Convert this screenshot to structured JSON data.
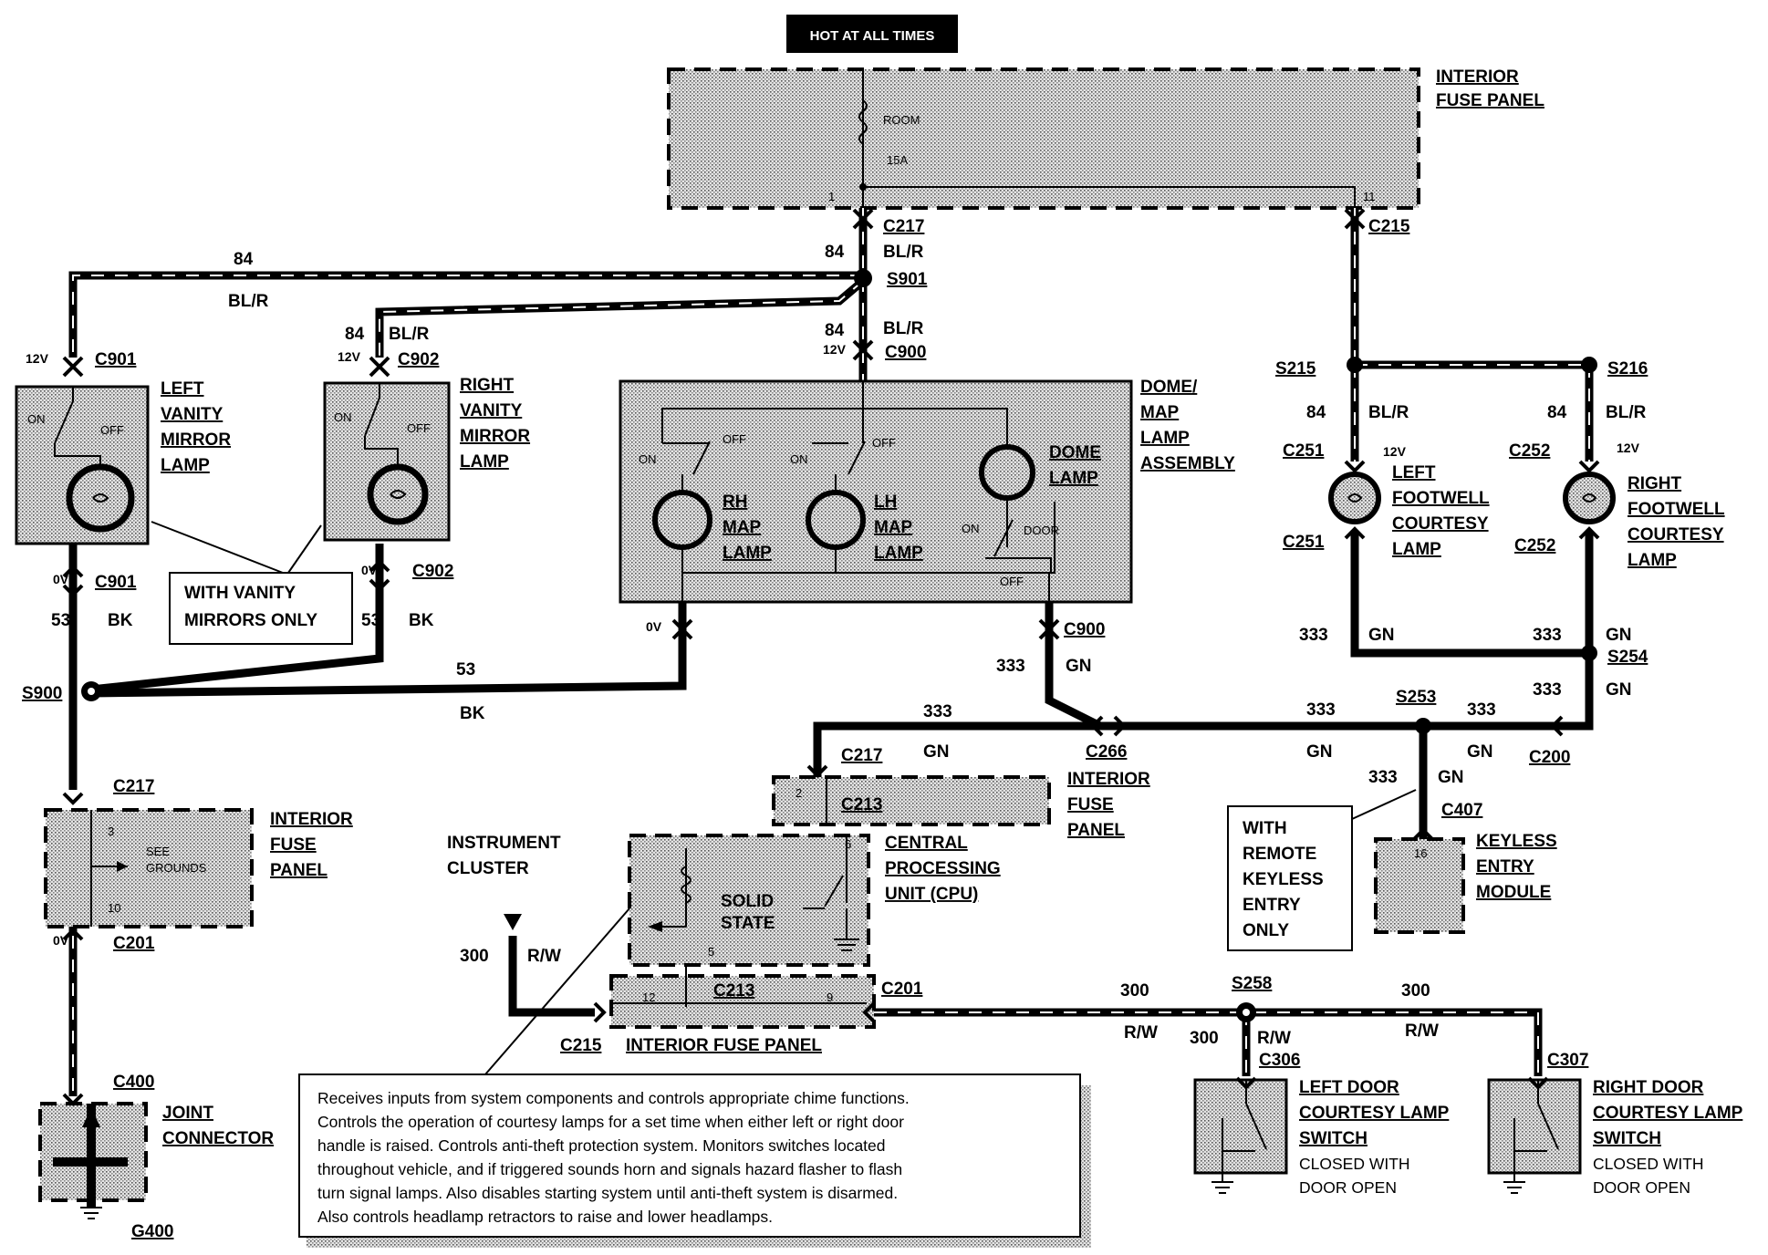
{
  "header": {
    "hot_label": "HOT AT ALL TIMES"
  },
  "fuse_panel_top": {
    "title_line1": "INTERIOR",
    "title_line2": "FUSE PANEL",
    "fuse_name": "ROOM",
    "fuse_rating": "15A",
    "pin_left": "1",
    "pin_right": "11"
  },
  "connectors": {
    "c217_top": "C217",
    "c215_top": "C215",
    "s901": "S901",
    "c900_top": "C900",
    "c901_top": "C901",
    "c901_bottom": "C901",
    "c902_top": "C902",
    "c902_bottom": "C902",
    "s900": "S900",
    "s215": "S215",
    "s216": "S216",
    "c251_top": "C251",
    "c251_bottom": "C251",
    "c252_top": "C252",
    "c252_bottom": "C252",
    "s254": "S254",
    "s253": "S253",
    "c266": "C266",
    "c200": "C200",
    "c217_mid": "C217",
    "c213_mid": "C213",
    "c900_bottom": "C900",
    "c407": "C407",
    "c217_left": "C217",
    "c201_left": "C201",
    "c400": "C400",
    "g400": "G400",
    "c201_bottom": "C201",
    "c213_bottom": "C213",
    "c215_bottom": "C215",
    "s258": "S258",
    "c306": "C306",
    "c307": "C307"
  },
  "wires": {
    "w84": "84",
    "blr": "BL/R",
    "w53": "53",
    "bk": "BK",
    "w333": "333",
    "gn": "GN",
    "w300": "300",
    "rw": "R/W",
    "v12": "12V",
    "v0": "0V"
  },
  "components": {
    "left_vanity": [
      "LEFT",
      "VANITY",
      "MIRROR",
      "LAMP"
    ],
    "right_vanity": [
      "RIGHT",
      "VANITY",
      "MIRROR",
      "LAMP"
    ],
    "dome_assembly": [
      "DOME/",
      "MAP",
      "LAMP",
      "ASSEMBLY"
    ],
    "left_footwell": [
      "LEFT",
      "FOOTWELL",
      "COURTESY",
      "LAMP"
    ],
    "right_footwell": [
      "RIGHT",
      "FOOTWELL",
      "COURTESY",
      "LAMP"
    ],
    "rh_map": [
      "RH",
      "MAP",
      "LAMP"
    ],
    "lh_map": [
      "LH",
      "MAP",
      "LAMP"
    ],
    "dome_lamp": [
      "DOME",
      "LAMP"
    ],
    "interior_fuse_mid": [
      "INTERIOR",
      "FUSE",
      "PANEL"
    ],
    "interior_fuse_left": [
      "INTERIOR",
      "FUSE",
      "PANEL"
    ],
    "cpu": [
      "CENTRAL",
      "PROCESSING",
      "UNIT (CPU)"
    ],
    "keyless": [
      "KEYLESS",
      "ENTRY",
      "MODULE"
    ],
    "instrument_cluster": [
      "INSTRUMENT",
      "CLUSTER"
    ],
    "joint_connector": [
      "JOINT",
      "CONNECTOR"
    ],
    "interior_fuse_bottom": "INTERIOR FUSE PANEL",
    "left_door": [
      "LEFT DOOR",
      "COURTESY LAMP",
      "SWITCH",
      "CLOSED WITH",
      "DOOR OPEN"
    ],
    "right_door": [
      "RIGHT DOOR",
      "COURTESY LAMP",
      "SWITCH",
      "CLOSED WITH",
      "DOOR OPEN"
    ],
    "solid_state": [
      "SOLID",
      "STATE"
    ],
    "see_grounds": [
      "SEE",
      "GROUNDS"
    ]
  },
  "switch_labels": {
    "on": "ON",
    "off": "OFF",
    "door": "DOOR"
  },
  "pins": {
    "fuse_left_top": "3",
    "fuse_left_bottom": "10",
    "mid_fuse_pin": "2",
    "cpu_pin_top": "6",
    "cpu_pin_bottom": "5",
    "bottom_left": "12",
    "bottom_right": "9",
    "keyless_pin": "16"
  },
  "callouts": {
    "vanity_only": [
      "WITH VANITY",
      "MIRRORS ONLY"
    ],
    "remote_keyless": [
      "WITH",
      "REMOTE",
      "KEYLESS",
      "ENTRY",
      "ONLY"
    ]
  },
  "note": [
    "Receives inputs from system components and controls appropriate chime functions.",
    "Controls the operation of courtesy lamps for a set time when either left or right door",
    "handle is raised. Controls anti-theft protection system. Monitors switches located",
    "throughout vehicle, and if triggered sounds horn and signals hazard flasher to flash",
    "turn signal lamps.  Also disables starting system until anti-theft system is disarmed.",
    "Also controls headlamp retractors to raise and lower headlamps."
  ]
}
